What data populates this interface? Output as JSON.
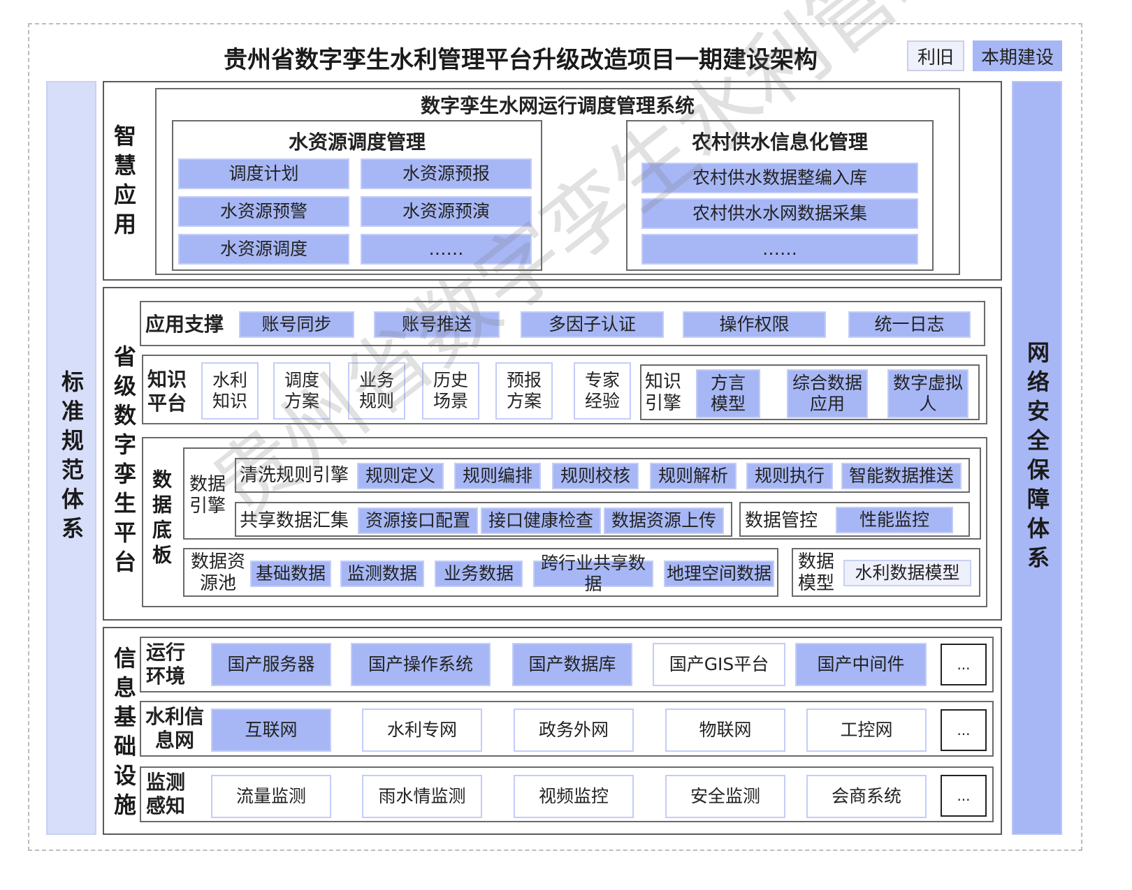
{
  "title": "贵州省数字孪生水利管理平台升级改造项目一期建设架构",
  "legend": {
    "old": "利旧",
    "new": "本期建设"
  },
  "left_pillar": "标准规范体系",
  "right_pillar": "网络安全保障体系",
  "smart_app": {
    "label": "智慧应用",
    "system_title": "数字孪生水网运行调度管理系统",
    "water": {
      "title": "水资源调度管理",
      "items": [
        "调度计划",
        "水资源预报",
        "水资源预警",
        "水资源预演",
        "水资源调度",
        "……"
      ]
    },
    "rural": {
      "title": "农村供水信息化管理",
      "items": [
        "农村供水数据整编入库",
        "农村供水水网数据采集",
        "……"
      ]
    }
  },
  "platform": {
    "label": "省级数字孪生平台",
    "app_support": {
      "label": "应用支撑",
      "items": [
        "账号同步",
        "账号推送",
        "多因子认证",
        "操作权限",
        "统一日志"
      ]
    },
    "knowledge": {
      "label": "知识平台",
      "items": [
        "水利知识",
        "调度方案",
        "业务规则",
        "历史场景",
        "预报方案",
        "专家经验"
      ],
      "engine_label": "知识引擎",
      "engine_items": [
        "方言模型",
        "综合数据应用",
        "数字虚拟人"
      ]
    },
    "data_base": {
      "label": "数据底板",
      "engine_label": "数据引擎",
      "clean": {
        "label": "清洗规则引擎",
        "items": [
          "规则定义",
          "规则编排",
          "规则校核",
          "规则解析",
          "规则执行",
          "智能数据推送"
        ]
      },
      "share": {
        "label": "共享数据汇集",
        "items": [
          "资源接口配置",
          "接口健康检查",
          "数据资源上传"
        ]
      },
      "control": {
        "label": "数据管控",
        "items": [
          "性能监控"
        ]
      },
      "pool": {
        "label": "数据资源池",
        "items": [
          "基础数据",
          "监测数据",
          "业务数据",
          "跨行业共享数据",
          "地理空间数据"
        ]
      },
      "model": {
        "label": "数据模型",
        "items": [
          "水利数据模型"
        ]
      }
    }
  },
  "infra": {
    "label": "信息基础设施",
    "runtime": {
      "label": "运行环境",
      "items": [
        "国产服务器",
        "国产操作系统",
        "国产数据库",
        "国产GIS平台",
        "国产中间件"
      ],
      "more": "..."
    },
    "network": {
      "label": "水利信息网",
      "items": [
        "互联网",
        "水利专网",
        "政务外网",
        "物联网",
        "工控网"
      ],
      "more": "..."
    },
    "sensing": {
      "label": "监测感知",
      "items": [
        "流量监测",
        "雨水情监测",
        "视频监控",
        "安全监测",
        "会商系统"
      ],
      "more": "..."
    }
  },
  "watermark": "贵州省数字孪生水利管理平台升级改造项"
}
